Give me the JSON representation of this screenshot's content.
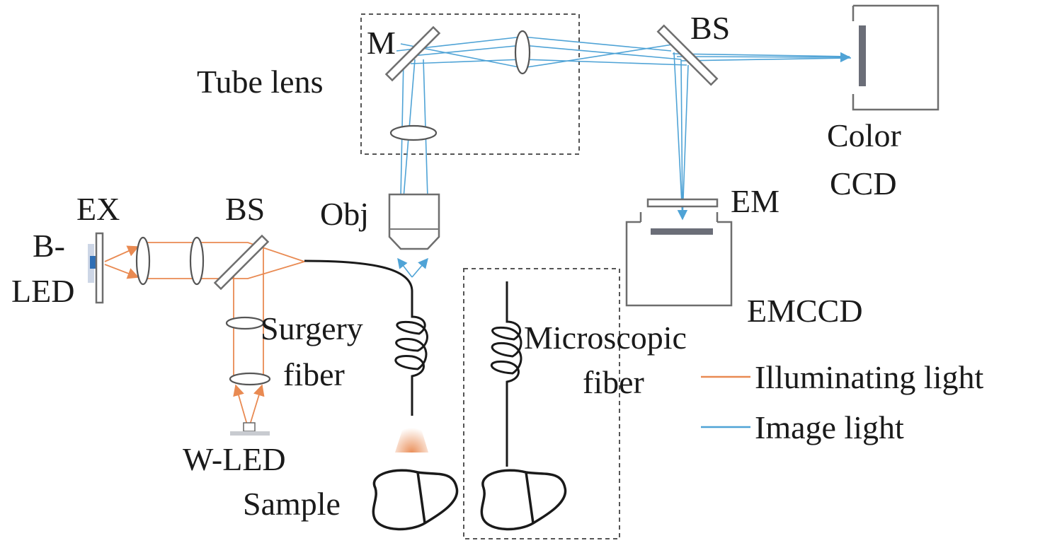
{
  "labels": {
    "tube_lens": "Tube lens",
    "mirror": "M",
    "bs_top": "BS",
    "color_ccd_line1": "Color",
    "color_ccd_line2": "CCD",
    "em": "EM",
    "emccd": "EMCCD",
    "ex": "EX",
    "bs_left": "BS",
    "obj": "Obj",
    "b_led_line1": "B-",
    "b_led_line2": "LED",
    "surgery_fiber_line1": "Surgery",
    "surgery_fiber_line2": "fiber",
    "microscopic_fiber_line1": "Microscopic",
    "microscopic_fiber_line2": "fiber",
    "w_led": "W-LED",
    "sample": "Sample"
  },
  "legend": {
    "illuminating": "Illuminating light",
    "image": "Image light"
  },
  "colors": {
    "illuminating": "#e98a52",
    "image": "#4fa3d6",
    "arrow_blue": "#3e95d0",
    "led_blue": "#2f6fb5",
    "sensor": "#6b6e78",
    "text": "#1a1a1a"
  }
}
